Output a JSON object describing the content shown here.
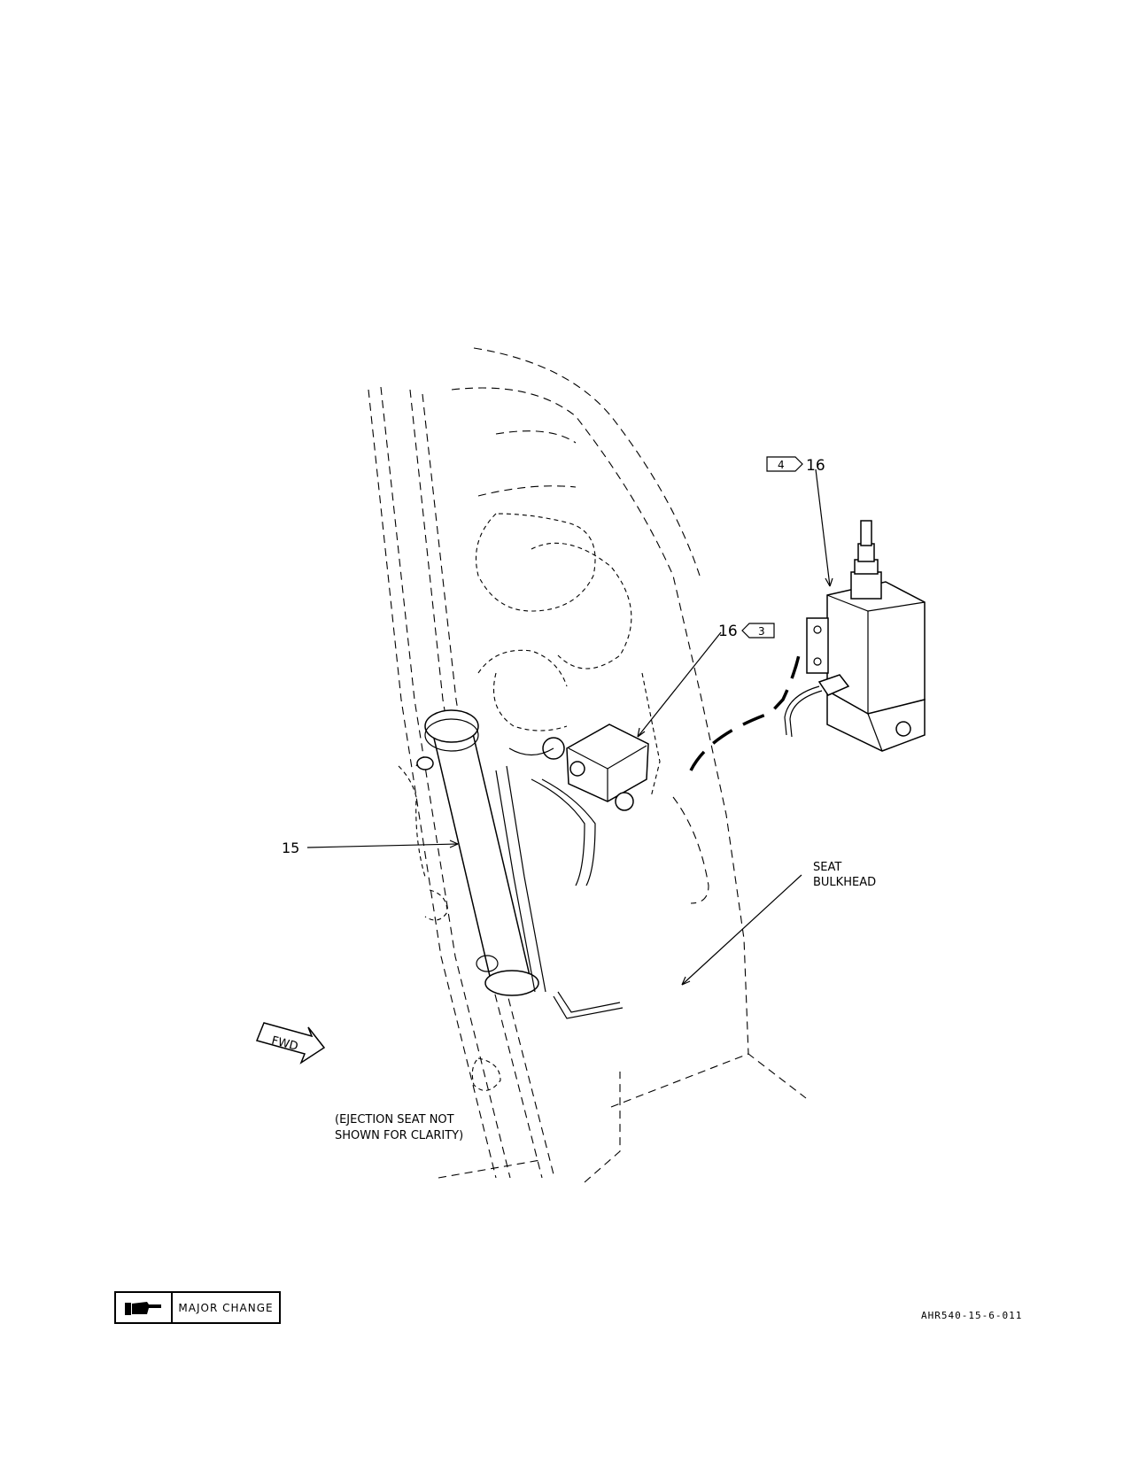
{
  "callouts": {
    "item_15": "15",
    "item_16_upper": "16",
    "item_16_lower": "16",
    "note_4": "4",
    "note_3": "3"
  },
  "labels": {
    "seat_bulkhead_line1": "SEAT",
    "seat_bulkhead_line2": "BULKHEAD",
    "fwd": "FWD",
    "ejection_note_line1": "(EJECTION SEAT NOT",
    "ejection_note_line2": "SHOWN FOR CLARITY)"
  },
  "legend": {
    "major_change": "MAJOR CHANGE",
    "icon": "pointing-hand-icon"
  },
  "figure_id": "AHR540-15-6-011"
}
